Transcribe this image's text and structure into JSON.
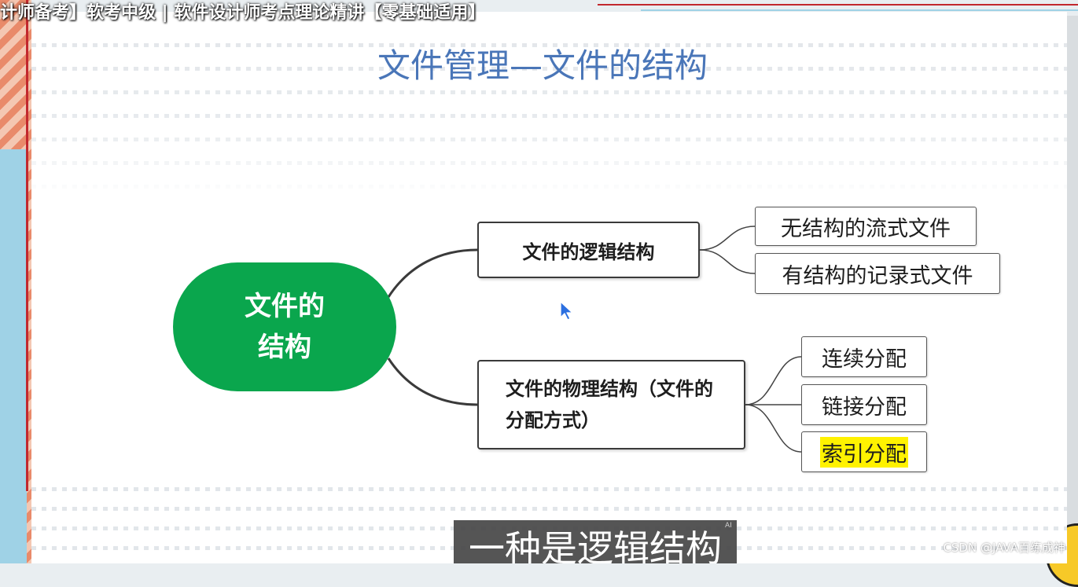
{
  "video": {
    "title": "计师备考】软考中级 | 软件设计师考点理论精讲【零基础适用】",
    "subtitle": "一种是逻辑结构",
    "ai_mark": "AI",
    "watermark": "CSDN @JAVA百练成神"
  },
  "slide": {
    "title": "文件管理—文件的结构",
    "root": "文件的结构",
    "branches": [
      {
        "label": "文件的逻辑结构",
        "children": [
          "无结构的流式文件",
          "有结构的记录式文件"
        ]
      },
      {
        "label": "文件的物理结构（文件的分配方式）",
        "children": [
          "连续分配",
          "链接分配",
          "索引分配"
        ],
        "highlighted_child": "索引分配"
      }
    ]
  },
  "colors": {
    "title_blue": "#4a76b8",
    "root_green": "#0aa64d",
    "highlight_yellow": "#fff200",
    "accent_red": "#c2282e"
  },
  "icons": [
    "mouse-pointer-icon"
  ]
}
